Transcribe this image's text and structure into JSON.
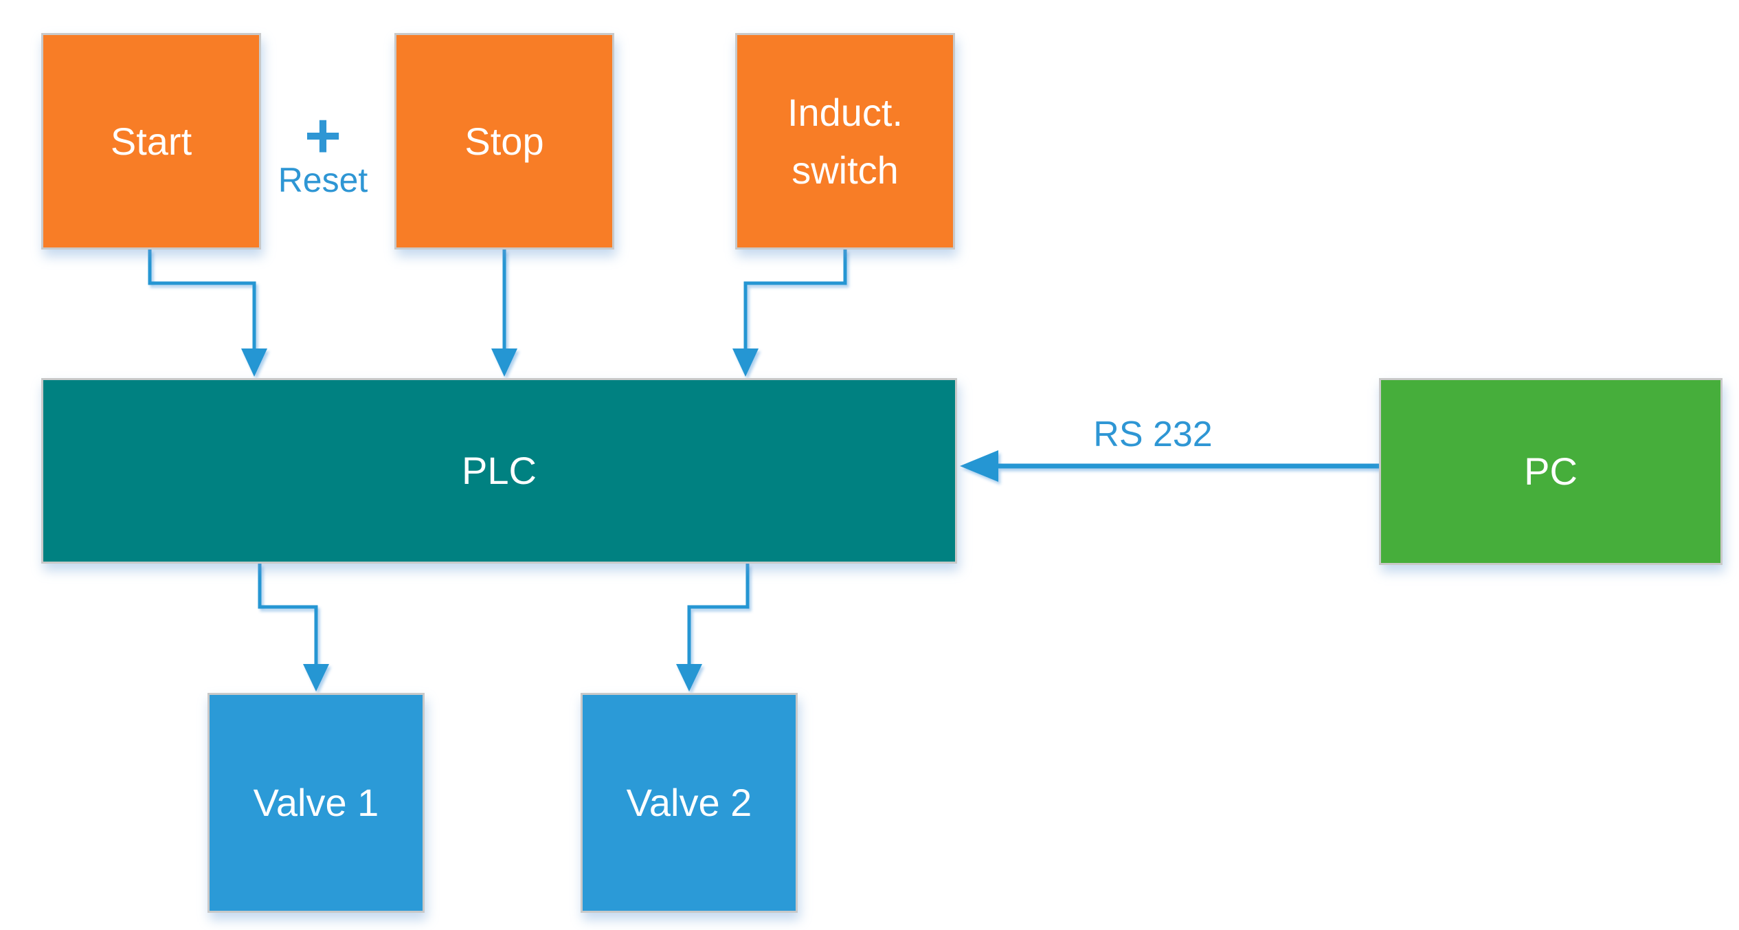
{
  "diagram": {
    "title": "PLC control system block diagram",
    "colors": {
      "input_orange": "#f87d26",
      "plc_teal": "#008181",
      "pc_green": "#46ae3b",
      "valve_blue": "#2b9ad7",
      "wire_blue": "#2596d3",
      "label_blue": "#2e96d4",
      "node_text": "#ffffff",
      "background": "#ffffff"
    },
    "nodes": {
      "start": {
        "label": "Start"
      },
      "stop": {
        "label": "Stop"
      },
      "induct_switch": {
        "label": "Induct.\nswitch"
      },
      "plc": {
        "label": "PLC"
      },
      "pc": {
        "label": "PC"
      },
      "valve1": {
        "label": "Valve 1"
      },
      "valve2": {
        "label": "Valve 2"
      }
    },
    "annotations": {
      "plus": "+",
      "reset": "Reset",
      "rs232": "RS 232"
    },
    "connections": [
      {
        "from": "start",
        "to": "plc"
      },
      {
        "from": "stop",
        "to": "plc"
      },
      {
        "from": "induct_switch",
        "to": "plc"
      },
      {
        "from": "plc",
        "to": "valve1"
      },
      {
        "from": "plc",
        "to": "valve2"
      },
      {
        "from": "pc",
        "to": "plc",
        "label": "RS 232"
      }
    ]
  }
}
